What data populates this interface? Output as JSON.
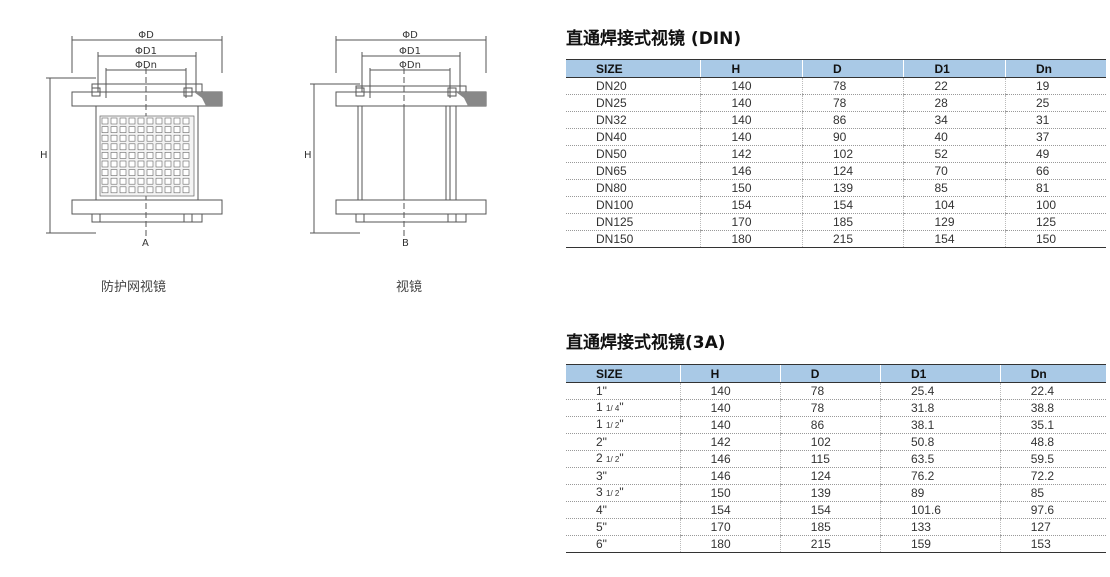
{
  "diagrams": {
    "left": {
      "caption": "防护网视镜",
      "dim_outer": "ΦD",
      "dim_d1": "ΦD1",
      "dim_dn": "ΦDn",
      "dim_height": "H",
      "bottom_label": "A"
    },
    "right": {
      "caption": "视镜",
      "dim_outer": "ΦD",
      "dim_d1": "ΦD1",
      "dim_dn": "ΦDn",
      "dim_height": "H",
      "bottom_label": "B"
    }
  },
  "table_din": {
    "title": "直通焊接式视镜 (DIN)",
    "headers": [
      "SIZE",
      "H",
      "D",
      "D1",
      "Dn"
    ],
    "rows": [
      [
        "DN20",
        "140",
        "78",
        "22",
        "19"
      ],
      [
        "DN25",
        "140",
        "78",
        "28",
        "25"
      ],
      [
        "DN32",
        "140",
        "86",
        "34",
        "31"
      ],
      [
        "DN40",
        "140",
        "90",
        "40",
        "37"
      ],
      [
        "DN50",
        "142",
        "102",
        "52",
        "49"
      ],
      [
        "DN65",
        "146",
        "124",
        "70",
        "66"
      ],
      [
        "DN80",
        "150",
        "139",
        "85",
        "81"
      ],
      [
        "DN100",
        "154",
        "154",
        "104",
        "100"
      ],
      [
        "DN125",
        "170",
        "185",
        "129",
        "125"
      ],
      [
        "DN150",
        "180",
        "215",
        "154",
        "150"
      ]
    ]
  },
  "table_3a": {
    "title": "直通焊接式视镜(3A)",
    "headers": [
      "SIZE",
      "H",
      "D",
      "D1",
      "Dn"
    ],
    "rows": [
      [
        {
          "whole": "1\"",
          "frac": ""
        },
        "140",
        "78",
        "25.4",
        "22.4"
      ],
      [
        {
          "whole": "1 ",
          "frac": "1/ 4",
          "suffix": "\""
        },
        "140",
        "78",
        "31.8",
        "38.8"
      ],
      [
        {
          "whole": "1 ",
          "frac": "1/ 2",
          "suffix": "\""
        },
        "140",
        "86",
        "38.1",
        "35.1"
      ],
      [
        {
          "whole": "2\"",
          "frac": ""
        },
        "142",
        "102",
        "50.8",
        "48.8"
      ],
      [
        {
          "whole": "2 ",
          "frac": "1/ 2",
          "suffix": "\""
        },
        "146",
        "115",
        "63.5",
        "59.5"
      ],
      [
        {
          "whole": "3\"",
          "frac": ""
        },
        "146",
        "124",
        "76.2",
        "72.2"
      ],
      [
        {
          "whole": "3 ",
          "frac": "1/ 2",
          "suffix": "\""
        },
        "150",
        "139",
        "89",
        "85"
      ],
      [
        {
          "whole": "4\"",
          "frac": ""
        },
        "154",
        "154",
        "101.6",
        "97.6"
      ],
      [
        {
          "whole": "5\"",
          "frac": ""
        },
        "170",
        "185",
        "133",
        "127"
      ],
      [
        {
          "whole": "6\"",
          "frac": ""
        },
        "180",
        "215",
        "159",
        "153"
      ]
    ]
  }
}
